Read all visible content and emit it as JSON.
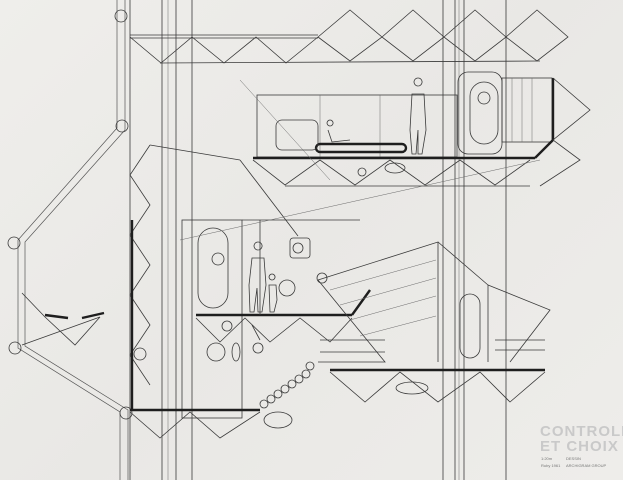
{
  "drawing": {
    "title_line1": "CONTROLE",
    "title_line2": "ET CHOIX",
    "notes": [
      "1:20m",
      "Ruby 1961",
      "DESSIN",
      "ARCHIGRAM GROUP"
    ],
    "colors": {
      "paper": "#ecebe8",
      "ink": "#2a2a2a",
      "title": "#c9c9c9"
    }
  }
}
